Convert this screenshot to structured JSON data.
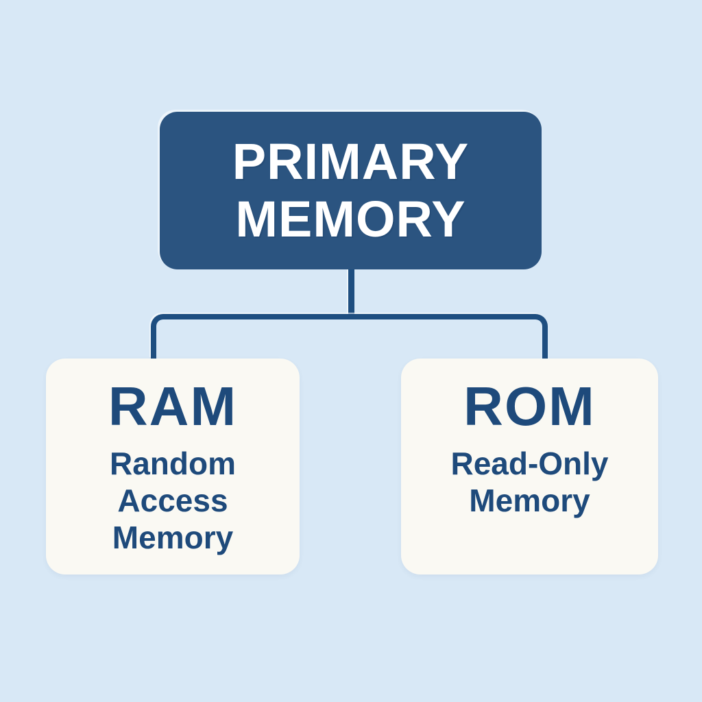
{
  "colors": {
    "background": "#d8e8f6",
    "root_node_fill": "#2b5480",
    "root_node_text": "#ffffff",
    "connector_line": "#1e4e80",
    "card_fill": "#faf9f3",
    "card_text": "#1e4a7b"
  },
  "nodes": {
    "primary": {
      "label": "PRIMARY MEMORY"
    },
    "ram": {
      "acronym": "RAM",
      "expansion": "Random Access Memory"
    },
    "rom": {
      "acronym": "ROM",
      "expansion": "Read-Only Memory"
    }
  }
}
